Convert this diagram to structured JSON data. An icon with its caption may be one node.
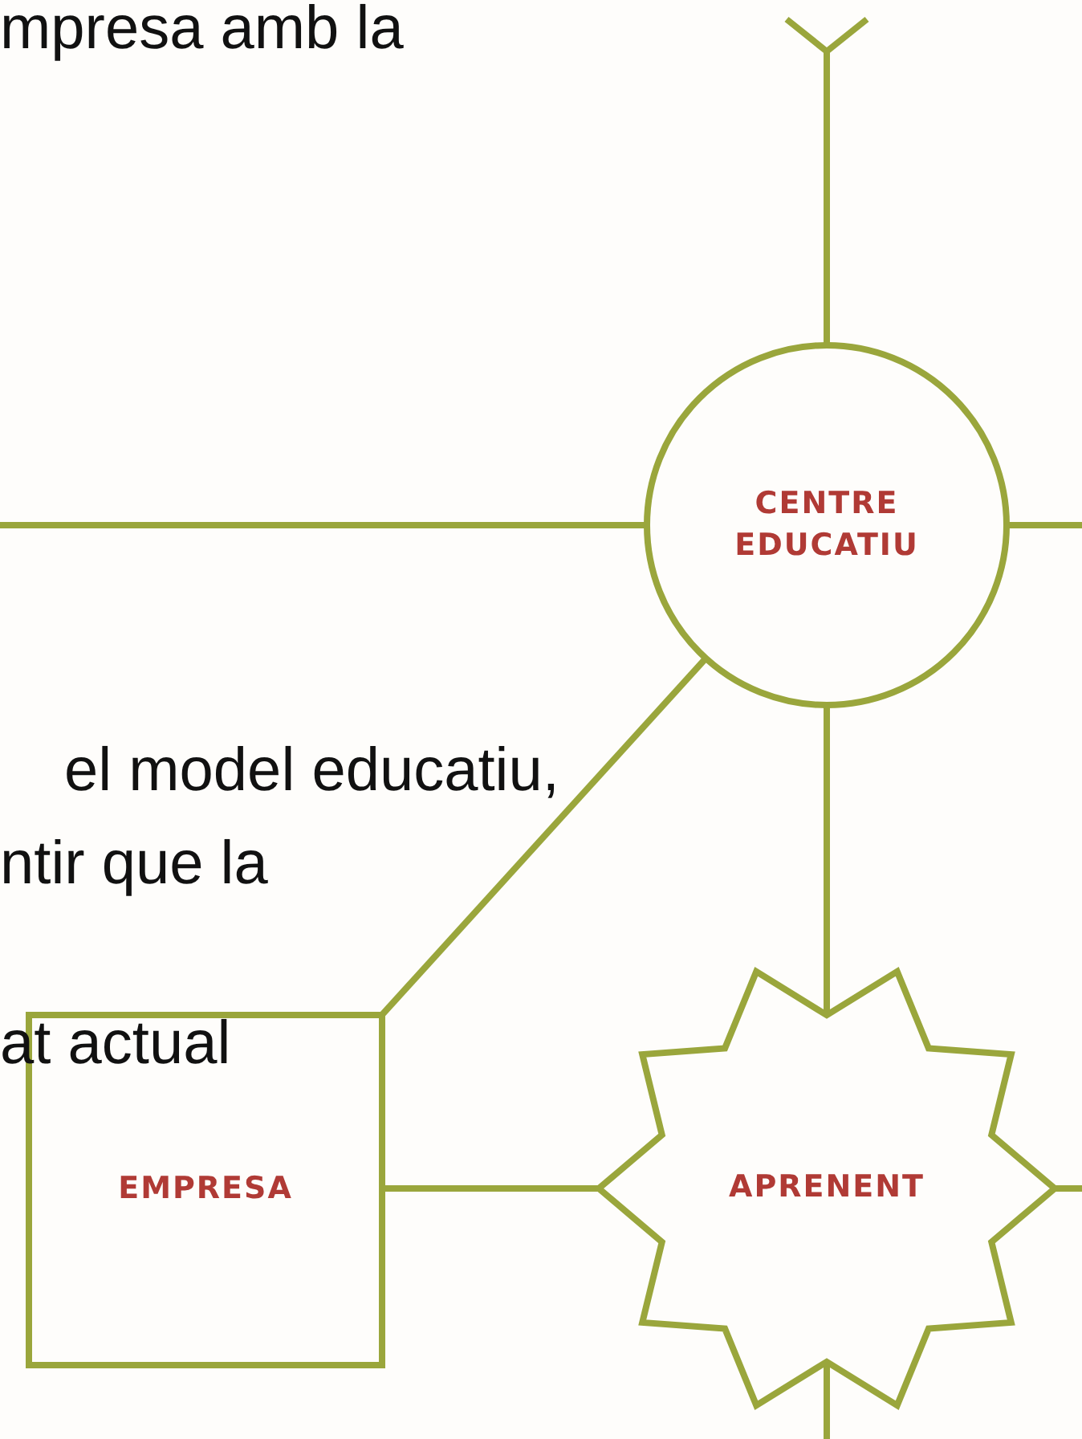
{
  "diagram": {
    "nodes": [
      {
        "text": [
          "CENTRE EDUCATIU"
        ]
      },
      {
        "text": [
          "EMPRESA"
        ]
      },
      {
        "text": [
          "APRENENT"
        ]
      },
      {
        "text": [],
        "shape": "star"
      }
    ],
    "edges": [
      {
        "from": 3,
        "to": 0,
        "arrow": "none"
      },
      {
        "from": null,
        "to": 0,
        "arrow": "none"
      },
      {
        "from": 0,
        "to": null,
        "arrow": "none"
      },
      {
        "from": 0,
        "to": 2,
        "arrow": "none"
      },
      {
        "from": 0,
        "to": 1,
        "arrow": "none"
      },
      {
        "from": 1,
        "to": 2,
        "arrow": "none"
      },
      {
        "from": 2,
        "to": null,
        "arrow": "none"
      },
      {
        "from": 2,
        "to": null,
        "arrow": "none"
      }
    ],
    "labels": [
      "mpresa amb la",
      "el model educatiu,",
      "ntir que la",
      "at actual"
    ]
  }
}
